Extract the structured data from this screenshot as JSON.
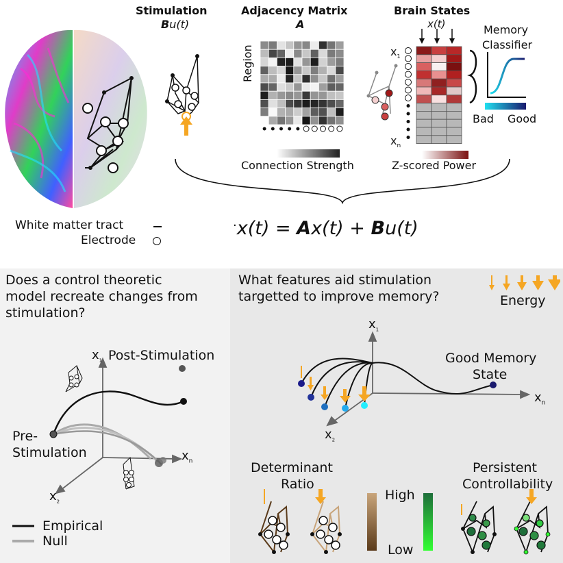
{
  "top": {
    "stimulation_title": "Stimulation",
    "stimulation_formula_B": "B",
    "stimulation_formula_rest": "u(t)",
    "adjacency_title": "Adjacency Matrix",
    "adjacency_symbol": "A",
    "region_label": "Region",
    "brain_states_title": "Brain States",
    "xt_label": "x(t)",
    "x1_label": "x",
    "x1_sub": "1",
    "xn_label": "x",
    "xn_sub": "n",
    "connection_strength": "Connection Strength",
    "zscored_power": "Z-scored Power",
    "memory_classifier_line1": "Memory",
    "memory_classifier_line2": "Classifier",
    "bad": "Bad",
    "good": "Good",
    "legend_wm": "White matter tract",
    "legend_electrode": "Electrode",
    "equation": {
      "lhs": "x(t) = ",
      "A": "A",
      "mid": "x(t) + ",
      "B": "B",
      "rhs": "u(t)"
    }
  },
  "bottom_left": {
    "question_line1": "Does a control theoretic",
    "question_line2": "model recreate changes from",
    "question_line3": "stimulation?",
    "post_stim": "Post-Stimulation",
    "pre_stim_line1": "Pre-",
    "pre_stim_line2": "Stimulation",
    "axis_x1": "x",
    "axis_x1_sub": "1",
    "axis_xn": "x",
    "axis_xn_sub": "n",
    "axis_x2": "x",
    "axis_x2_sub": "2",
    "legend_empirical": "Empirical",
    "legend_null": "Null"
  },
  "bottom_right": {
    "question_line1": "What features aid stimulation",
    "question_line2": "targetted to improve memory?",
    "energy": "Energy",
    "good_memory_line1": "Good Memory",
    "good_memory_line2": "State",
    "axis_x1": "x",
    "axis_x1_sub": "1",
    "axis_xn": "x",
    "axis_xn_sub": "n",
    "axis_x2": "x",
    "axis_x2_sub": "2",
    "determinant_line1": "Determinant",
    "determinant_line2": "Ratio",
    "persistent_line1": "Persistent",
    "persistent_line2": "Controllability",
    "high": "High",
    "low": "Low"
  },
  "colors": {
    "energy_orange": "#f5a623",
    "brown_high": "#c8a47a",
    "brown_low": "#5a3a1a",
    "green_high": "#1e6e3a",
    "green_low": "#33ff33",
    "classifier_bad": "#20e0f0",
    "classifier_good": "#1a1a6e"
  }
}
